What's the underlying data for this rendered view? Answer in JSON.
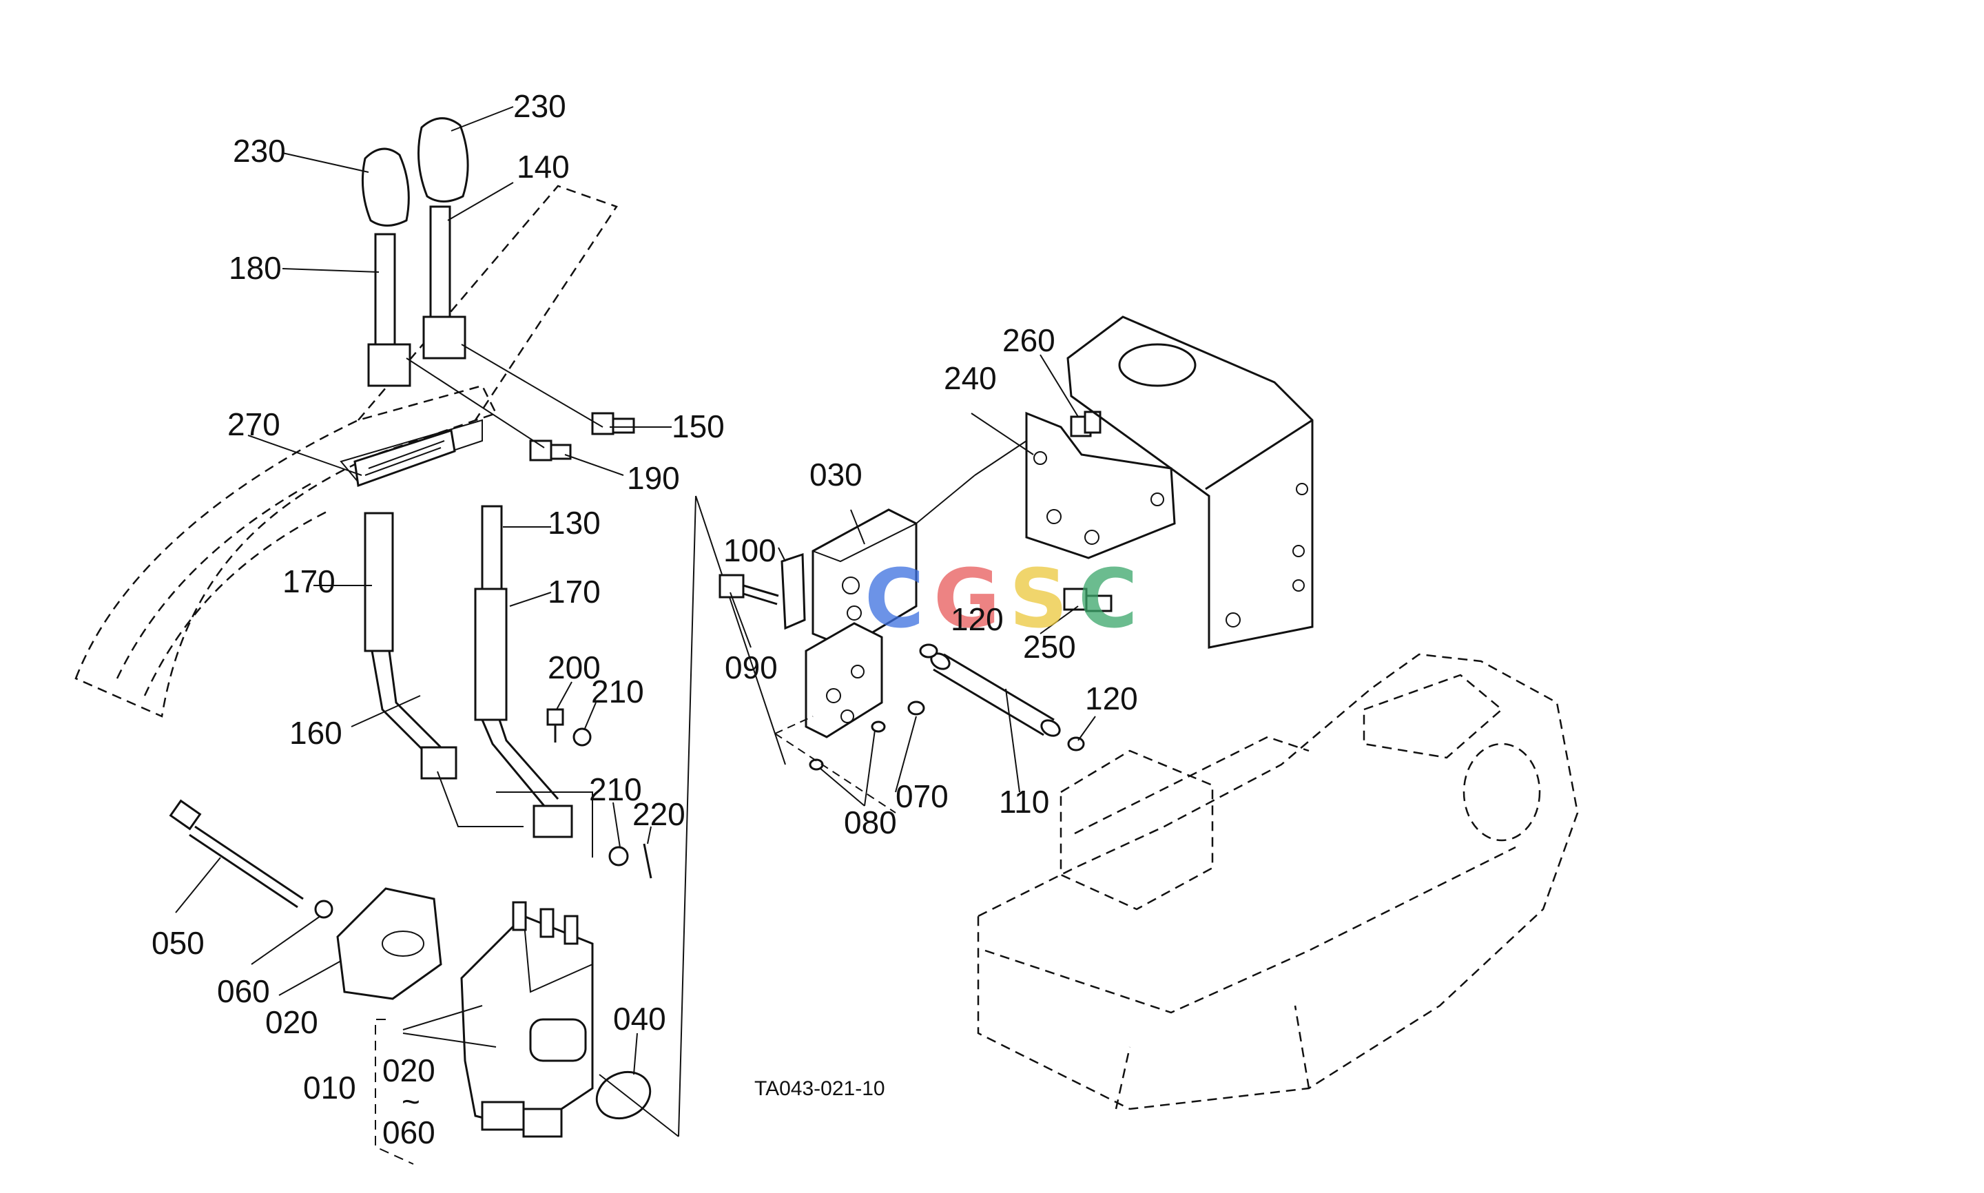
{
  "watermark": {
    "letters": [
      "C",
      "G",
      "S",
      "C"
    ],
    "colors": [
      "#3b6fe0",
      "#e85a5a",
      "#ecc83c",
      "#3aa66a"
    ]
  },
  "drawing_code": "TA043-021-10",
  "labels": {
    "p230a": "230",
    "p230b": "230",
    "p140": "140",
    "p180": "180",
    "p270": "270",
    "p150": "150",
    "p190": "190",
    "p130": "130",
    "p170a": "170",
    "p170b": "170",
    "p160": "160",
    "p200": "200",
    "p210a": "210",
    "p210b": "210",
    "p220": "220",
    "p050": "050",
    "p060": "060",
    "p020": "020",
    "p010": "010",
    "p020r": "020",
    "p020r_to": "~",
    "p060r": "060",
    "p040": "040",
    "p030": "030",
    "p100": "100",
    "p090": "090",
    "p120a": "120",
    "p120b": "120",
    "p080": "080",
    "p070": "070",
    "p110": "110",
    "p240": "240",
    "p260": "260",
    "p250": "250"
  }
}
